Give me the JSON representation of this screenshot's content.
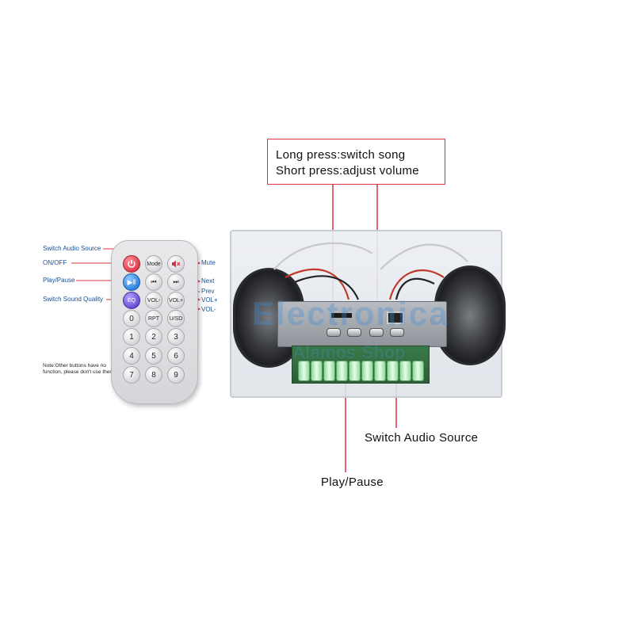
{
  "callout": {
    "line1": "Long press:switch song",
    "line2": "Short press:adjust volume"
  },
  "labels": {
    "switch_audio_source": "Switch Audio Source",
    "play_pause": "Play/Pause"
  },
  "remote": {
    "labels": {
      "switch_audio_source": "Switch Audio Source",
      "on_off": "ON/OFF",
      "play_pause": "Play/Pause",
      "switch_sound_quality": "Switch Sound Quality",
      "mute": "Mute",
      "next": "Next",
      "prev": "Prev",
      "vol_plus": "VOL+",
      "vol_minus": "VOL-"
    },
    "buttons": {
      "mode": "Mode",
      "eq": "EQ",
      "vol_minus": "VOL-",
      "vol_plus": "VOL+",
      "zero": "0",
      "rpt": "RPT",
      "usd": "U/SD",
      "n1": "1",
      "n2": "2",
      "n3": "3",
      "n4": "4",
      "n5": "5",
      "n6": "6",
      "n7": "7",
      "n8": "8",
      "n9": "9"
    },
    "note": "Note:Other buttons have no function, please don't use them"
  },
  "watermark": {
    "line1": "Electronica",
    "line2": "Alamos Shop"
  },
  "colors": {
    "callout_border": "#d9333f",
    "arrow": "#d9333f",
    "remote_label": "#1d4f91"
  }
}
